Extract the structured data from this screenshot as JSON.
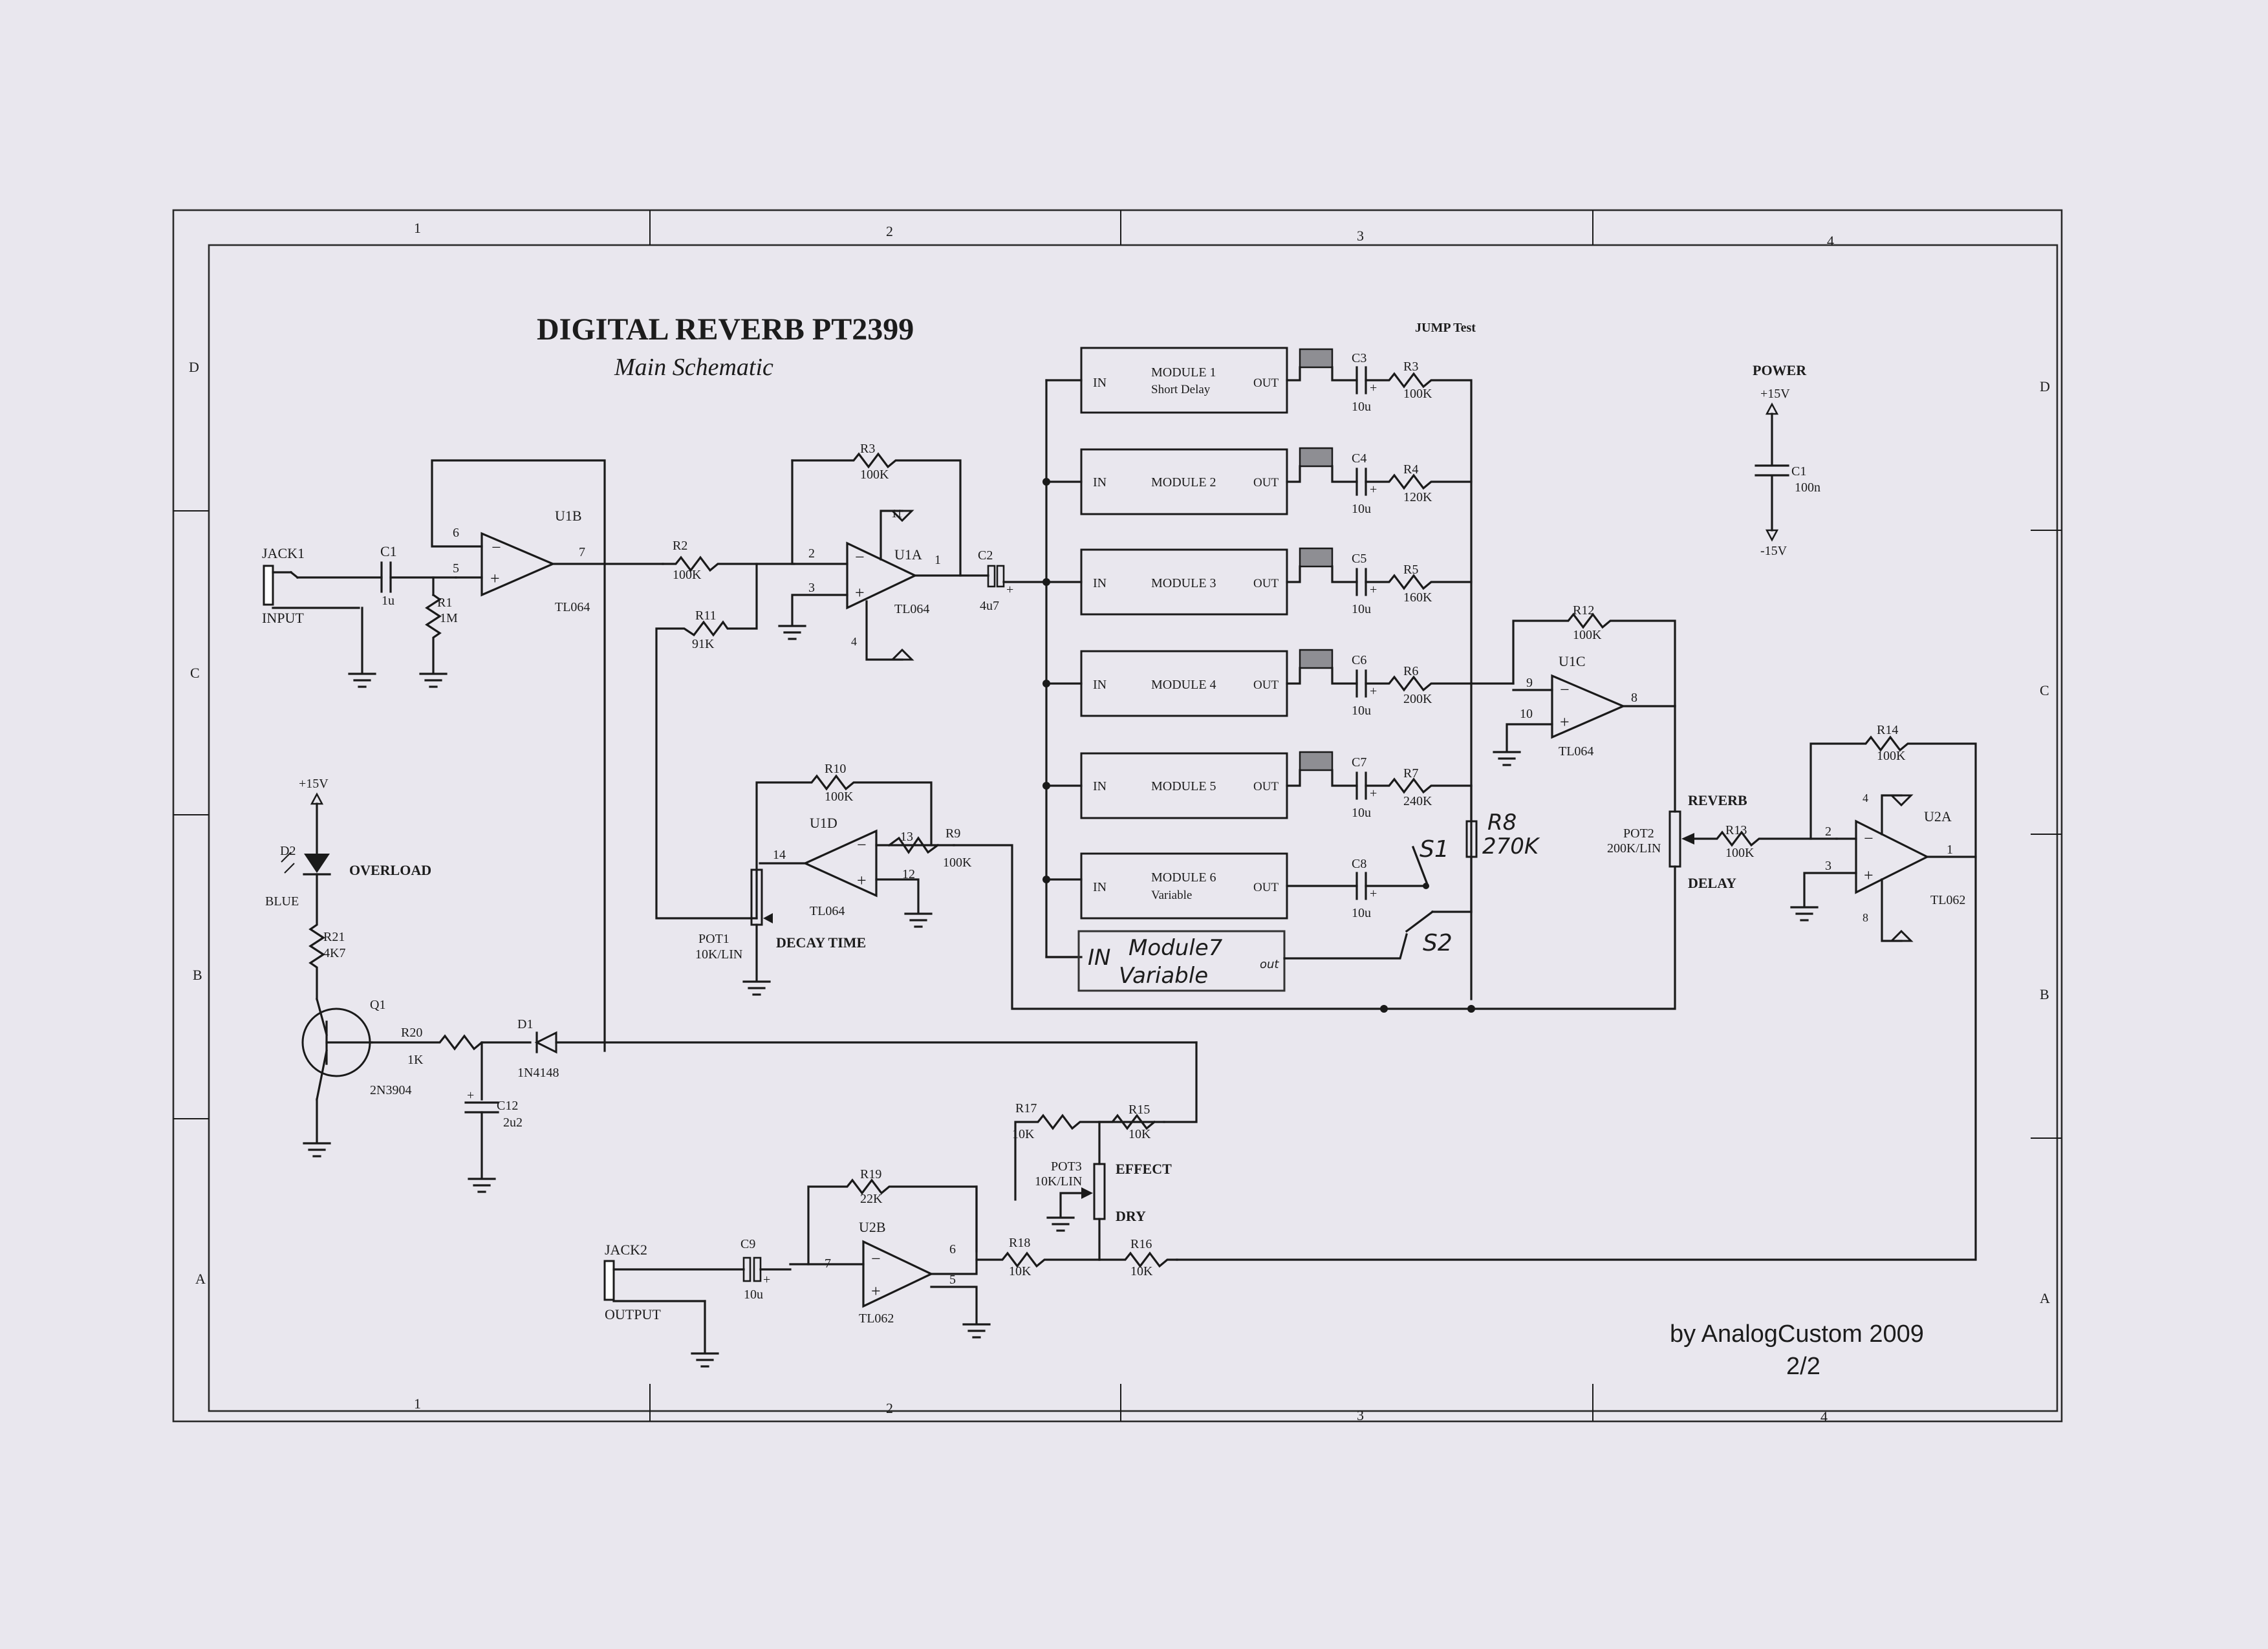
{
  "title": "DIGITAL REVERB PT2399",
  "subtitle": "Main Schematic",
  "credit": {
    "author": "by AnalogCustom 2009",
    "sheet": "2/2"
  },
  "frame": {
    "cols": [
      "1",
      "2",
      "3",
      "4"
    ],
    "rows": [
      "D",
      "C",
      "B",
      "A"
    ]
  },
  "jump_label": "JUMP Test",
  "power": {
    "label": "POWER",
    "pos": "+15V",
    "neg": "-15V",
    "cap_ref": "C1",
    "cap_val": "100n"
  },
  "modules": [
    {
      "in": "IN",
      "name": "MODULE 1",
      "sub": "Short Delay",
      "out": "OUT",
      "cap": "C3",
      "cap_val": "10u",
      "res": "R3",
      "res_val": "100K"
    },
    {
      "in": "IN",
      "name": "MODULE 2",
      "sub": "",
      "out": "OUT",
      "cap": "C4",
      "cap_val": "10u",
      "res": "R4",
      "res_val": "120K"
    },
    {
      "in": "IN",
      "name": "MODULE 3",
      "sub": "",
      "out": "OUT",
      "cap": "C5",
      "cap_val": "10u",
      "res": "R5",
      "res_val": "160K"
    },
    {
      "in": "IN",
      "name": "MODULE 4",
      "sub": "",
      "out": "OUT",
      "cap": "C6",
      "cap_val": "10u",
      "res": "R6",
      "res_val": "200K"
    },
    {
      "in": "IN",
      "name": "MODULE 5",
      "sub": "",
      "out": "OUT",
      "cap": "C7",
      "cap_val": "10u",
      "res": "R7",
      "res_val": "240K"
    },
    {
      "in": "IN",
      "name": "MODULE 6",
      "sub": "Variable",
      "out": "OUT",
      "cap": "C8",
      "cap_val": "10u",
      "res": "",
      "res_val": ""
    }
  ],
  "module7": {
    "in": "IN",
    "line1": "Module7",
    "line2": "Variable",
    "out": "out"
  },
  "hand_notes": {
    "r8": "R8",
    "r8_val": "270K",
    "s1": "S1",
    "s2": "S2"
  },
  "input_stage": {
    "jack": "JACK1",
    "jack_label": "INPUT",
    "c1": "C1",
    "c1_val": "1u",
    "r1": "R1",
    "r1_val": "1M",
    "u1b": "U1B",
    "u1b_part": "TL064",
    "pin6": "6",
    "pin5": "5",
    "pin7": "7"
  },
  "u1a_stage": {
    "r2": "R2",
    "r2_val": "100K",
    "r3": "R3",
    "r3_val": "100K",
    "r11": "R11",
    "r11_val": "91K",
    "u1a": "U1A",
    "u1a_part": "TL064",
    "pin2": "2",
    "pin3": "3",
    "pin1": "1",
    "pin11": "11",
    "pin4": "4",
    "c2": "C2",
    "c2_val": "4u7"
  },
  "u1d_stage": {
    "r10": "R10",
    "r10_val": "100K",
    "u1d": "U1D",
    "u1d_part": "TL064",
    "pin14": "14",
    "pin13": "13",
    "pin12": "12",
    "r9": "R9",
    "r9_val": "100K",
    "pot1": "POT1",
    "pot1_val": "10K/LIN",
    "decay": "DECAY TIME"
  },
  "u1c_stage": {
    "r12": "R12",
    "r12_val": "100K",
    "u1c": "U1C",
    "u1c_part": "TL064",
    "pin9": "9",
    "pin10": "10",
    "pin8": "8",
    "reverb": "REVERB",
    "pot2": "POT2",
    "pot2_val": "200K/LIN",
    "delay": "DELAY"
  },
  "u2a_stage": {
    "r13": "R13",
    "r13_val": "100K",
    "r14": "R14",
    "r14_val": "100K",
    "u2a": "U2A",
    "u2a_part": "TL062",
    "pin2": "2",
    "pin3": "3",
    "pin1": "1",
    "pin4": "4",
    "pin8": "8"
  },
  "overload": {
    "v": "+15V",
    "d2": "D2",
    "d2_color": "BLUE",
    "label": "OVERLOAD",
    "r21": "R21",
    "r21_val": "4K7",
    "q1": "Q1",
    "q1_part": "2N3904",
    "r20": "R20",
    "r20_val": "1K",
    "d1": "D1",
    "d1_part": "1N4148",
    "c12": "C12",
    "c12_val": "2u2"
  },
  "output_stage": {
    "r17": "R17",
    "r17_val": "10K",
    "r15": "R15",
    "r15_val": "10K",
    "pot3": "POT3",
    "pot3_val": "10K/LIN",
    "effect": "EFFECT",
    "dry": "DRY",
    "r19": "R19",
    "r19_val": "22K",
    "u2b": "U2B",
    "u2b_part": "TL062",
    "pin7": "7",
    "pin6": "6",
    "pin5": "5",
    "r18": "R18",
    "r18_val": "10K",
    "r16": "R16",
    "r16_val": "10K",
    "jack": "JACK2",
    "jack_label": "OUTPUT",
    "c9": "C9",
    "c9_val": "10u"
  }
}
